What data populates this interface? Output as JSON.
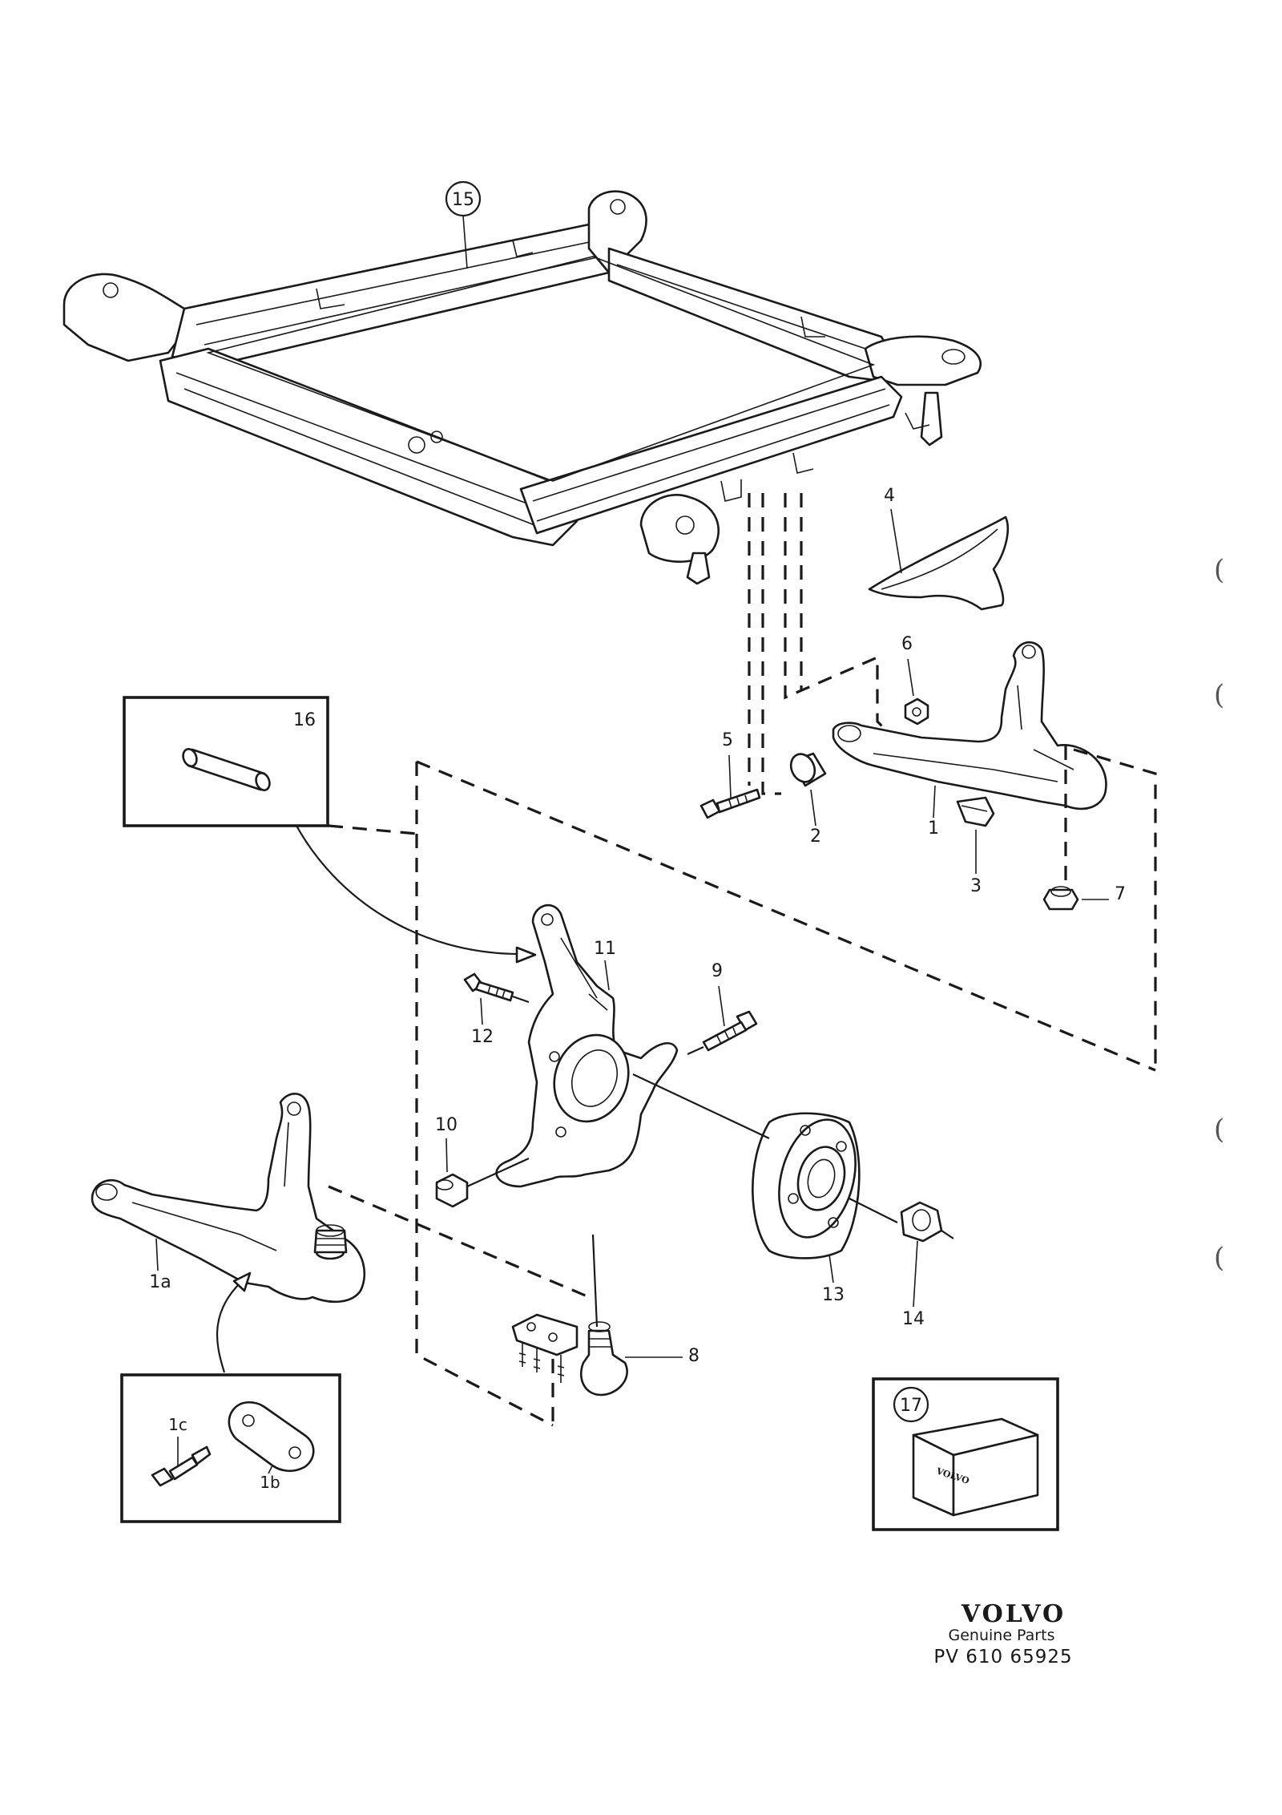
{
  "callouts": {
    "c1": "1",
    "c1a": "1a",
    "c1b": "1b",
    "c1c": "1c",
    "c2": "2",
    "c3": "3",
    "c4": "4",
    "c5": "5",
    "c6": "6",
    "c7": "7",
    "c8": "8",
    "c9": "9",
    "c10": "10",
    "c11": "11",
    "c12": "12",
    "c13": "13",
    "c14": "14",
    "c15": "15",
    "c16": "16",
    "c17": "17"
  },
  "brand": {
    "logo": "VOLVO",
    "tagline": "Genuine Parts",
    "code": "PV 610 65925",
    "box_print": "VOLVO"
  },
  "margin_marks": [
    "(",
    "(",
    "(",
    "("
  ],
  "icons": {
    "subframe": "subframe-icon",
    "control_arm": "control-arm-icon",
    "knuckle": "steering-knuckle-icon",
    "hub": "wheel-hub-icon",
    "ball_joint": "ball-joint-icon",
    "bushing": "bushing-icon",
    "bolt": "bolt-icon",
    "nut": "nut-icon",
    "bracket": "bracket-icon",
    "kit_box": "parts-box-icon"
  }
}
